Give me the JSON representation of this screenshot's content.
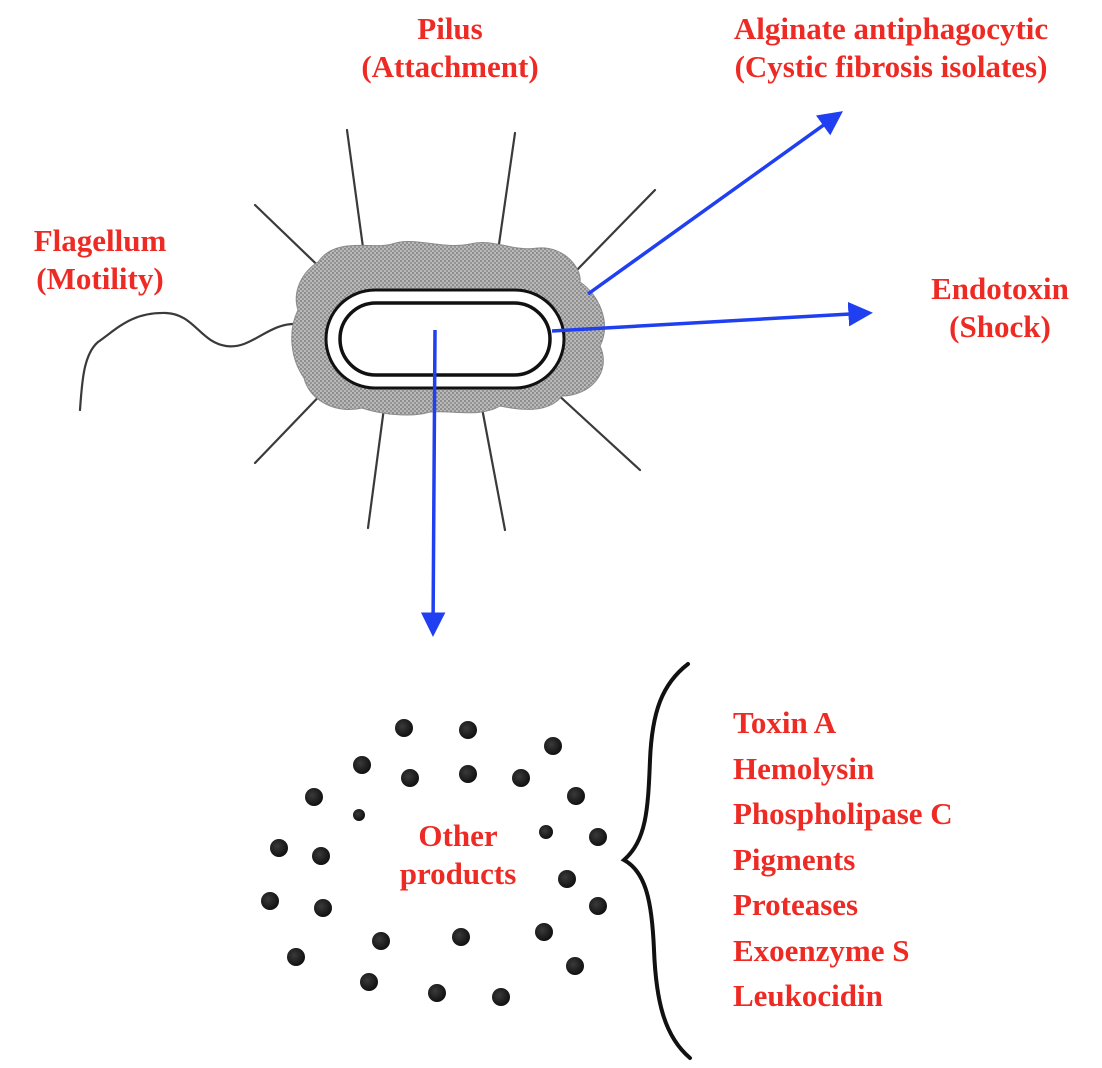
{
  "colors": {
    "label": "#ee2a24",
    "arrow": "#1f3ff0",
    "ink": "#1c1c1c",
    "capsule": "#9a9a9a"
  },
  "labels": {
    "pilus": {
      "line1": "Pilus",
      "line2": "(Attachment)"
    },
    "alginate": {
      "line1": "Alginate antiphagocytic",
      "line2": "(Cystic fibrosis isolates)"
    },
    "flagellum": {
      "line1": "Flagellum",
      "line2": "(Motility)"
    },
    "endotoxin": {
      "line1": "Endotoxin",
      "line2": "(Shock)"
    },
    "other_products": {
      "line1": "Other",
      "line2": "products"
    }
  },
  "products": [
    "Toxin A",
    "Hemolysin",
    "Phospholipase C",
    "Pigments",
    "Proteases",
    "Exoenzyme S",
    "Leukocidin"
  ]
}
